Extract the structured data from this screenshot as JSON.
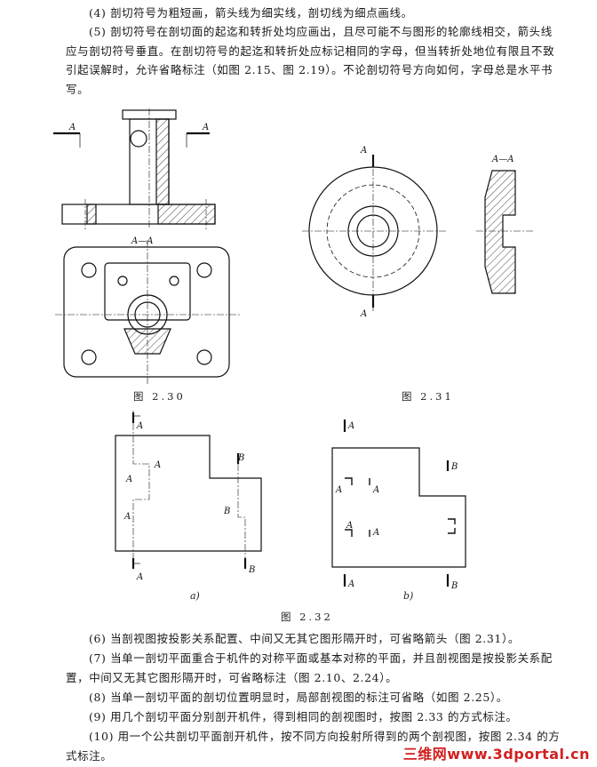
{
  "paragraphs_top": [
    "(4) 剖切符号为粗短画，箭头线为细实线，剖切线为细点画线。",
    "(5) 剖切符号在剖切面的起迄和转折处均应画出，且尽可能不与图形的轮廓线相交，箭头线应与剖切符号垂直。在剖切符号的起迄和转折处应标记相同的字母，但当转折处地位有限且不致引起误解时，允许省略标注（如图 2.15、图 2.19）。不论剖切符号方向如何，字母总是水平书写。"
  ],
  "figures": {
    "fig230": {
      "caption": "图  2.30",
      "section_label": "A—A",
      "cut_letter": "A"
    },
    "fig231": {
      "caption": "图  2.31",
      "section_label": "A—A",
      "cut_letter": "A"
    },
    "fig232": {
      "caption": "图  2.32",
      "sub_a": "a)",
      "sub_b": "b)",
      "letter_a": "A",
      "letter_b": "B"
    }
  },
  "paragraphs_bottom": [
    "(6) 当剖视图按投影关系配置、中间又无其它图形隔开时，可省略箭头（图 2.31）。",
    "(7) 当单一剖切平面重合于机件的对称平面或基本对称的平面，并且剖视图是按投影关系配置，中间又无其它图形隔开时，可省略标注（图 2.10、2.24）。",
    "(8) 当单一剖切平面的剖切位置明显时，局部剖视图的标注可省略（如图 2.25）。",
    "(9) 用几个剖切平面分别剖开机件，得到相同的剖视图时，按图 2.33 的方式标注。",
    "(10) 用一个公共剖切平面剖开机件，按不同方向投射所得到的两个剖视图，按图 2.34 的方式标注。"
  ],
  "watermark": "三维网www.3dportal.cn",
  "colors": {
    "ink": "#1a1a1a",
    "watermark": "#d21f1f"
  }
}
